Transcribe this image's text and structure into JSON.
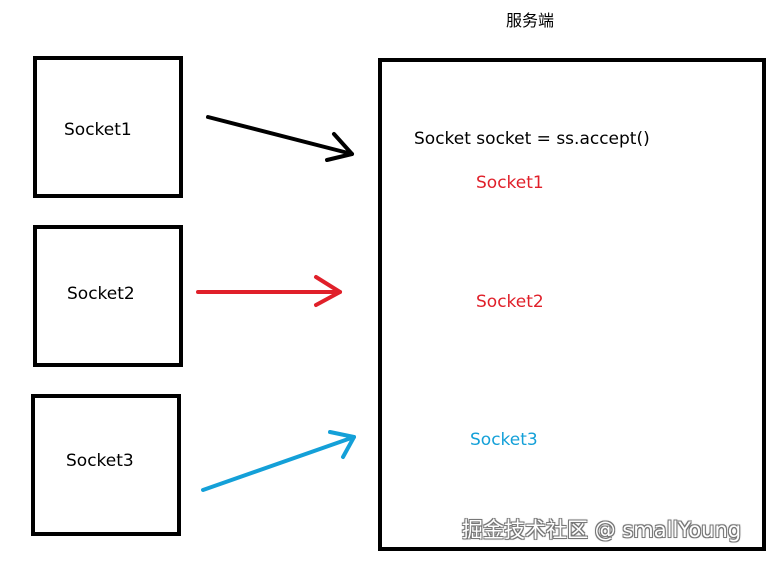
{
  "server": {
    "title": "服务端",
    "code": "Socket socket = ss.accept()",
    "received": [
      {
        "label": "Socket1",
        "color": "#e0202a"
      },
      {
        "label": "Socket2",
        "color": "#e0202a"
      },
      {
        "label": "Socket3",
        "color": "#14a0d8"
      }
    ]
  },
  "clients": [
    {
      "label": "Socket1",
      "arrow_color": "#000000"
    },
    {
      "label": "Socket2",
      "arrow_color": "#e0202a"
    },
    {
      "label": "Socket3",
      "arrow_color": "#14a0d8"
    }
  ],
  "watermark": "掘金技术社区 @ smallYoung"
}
